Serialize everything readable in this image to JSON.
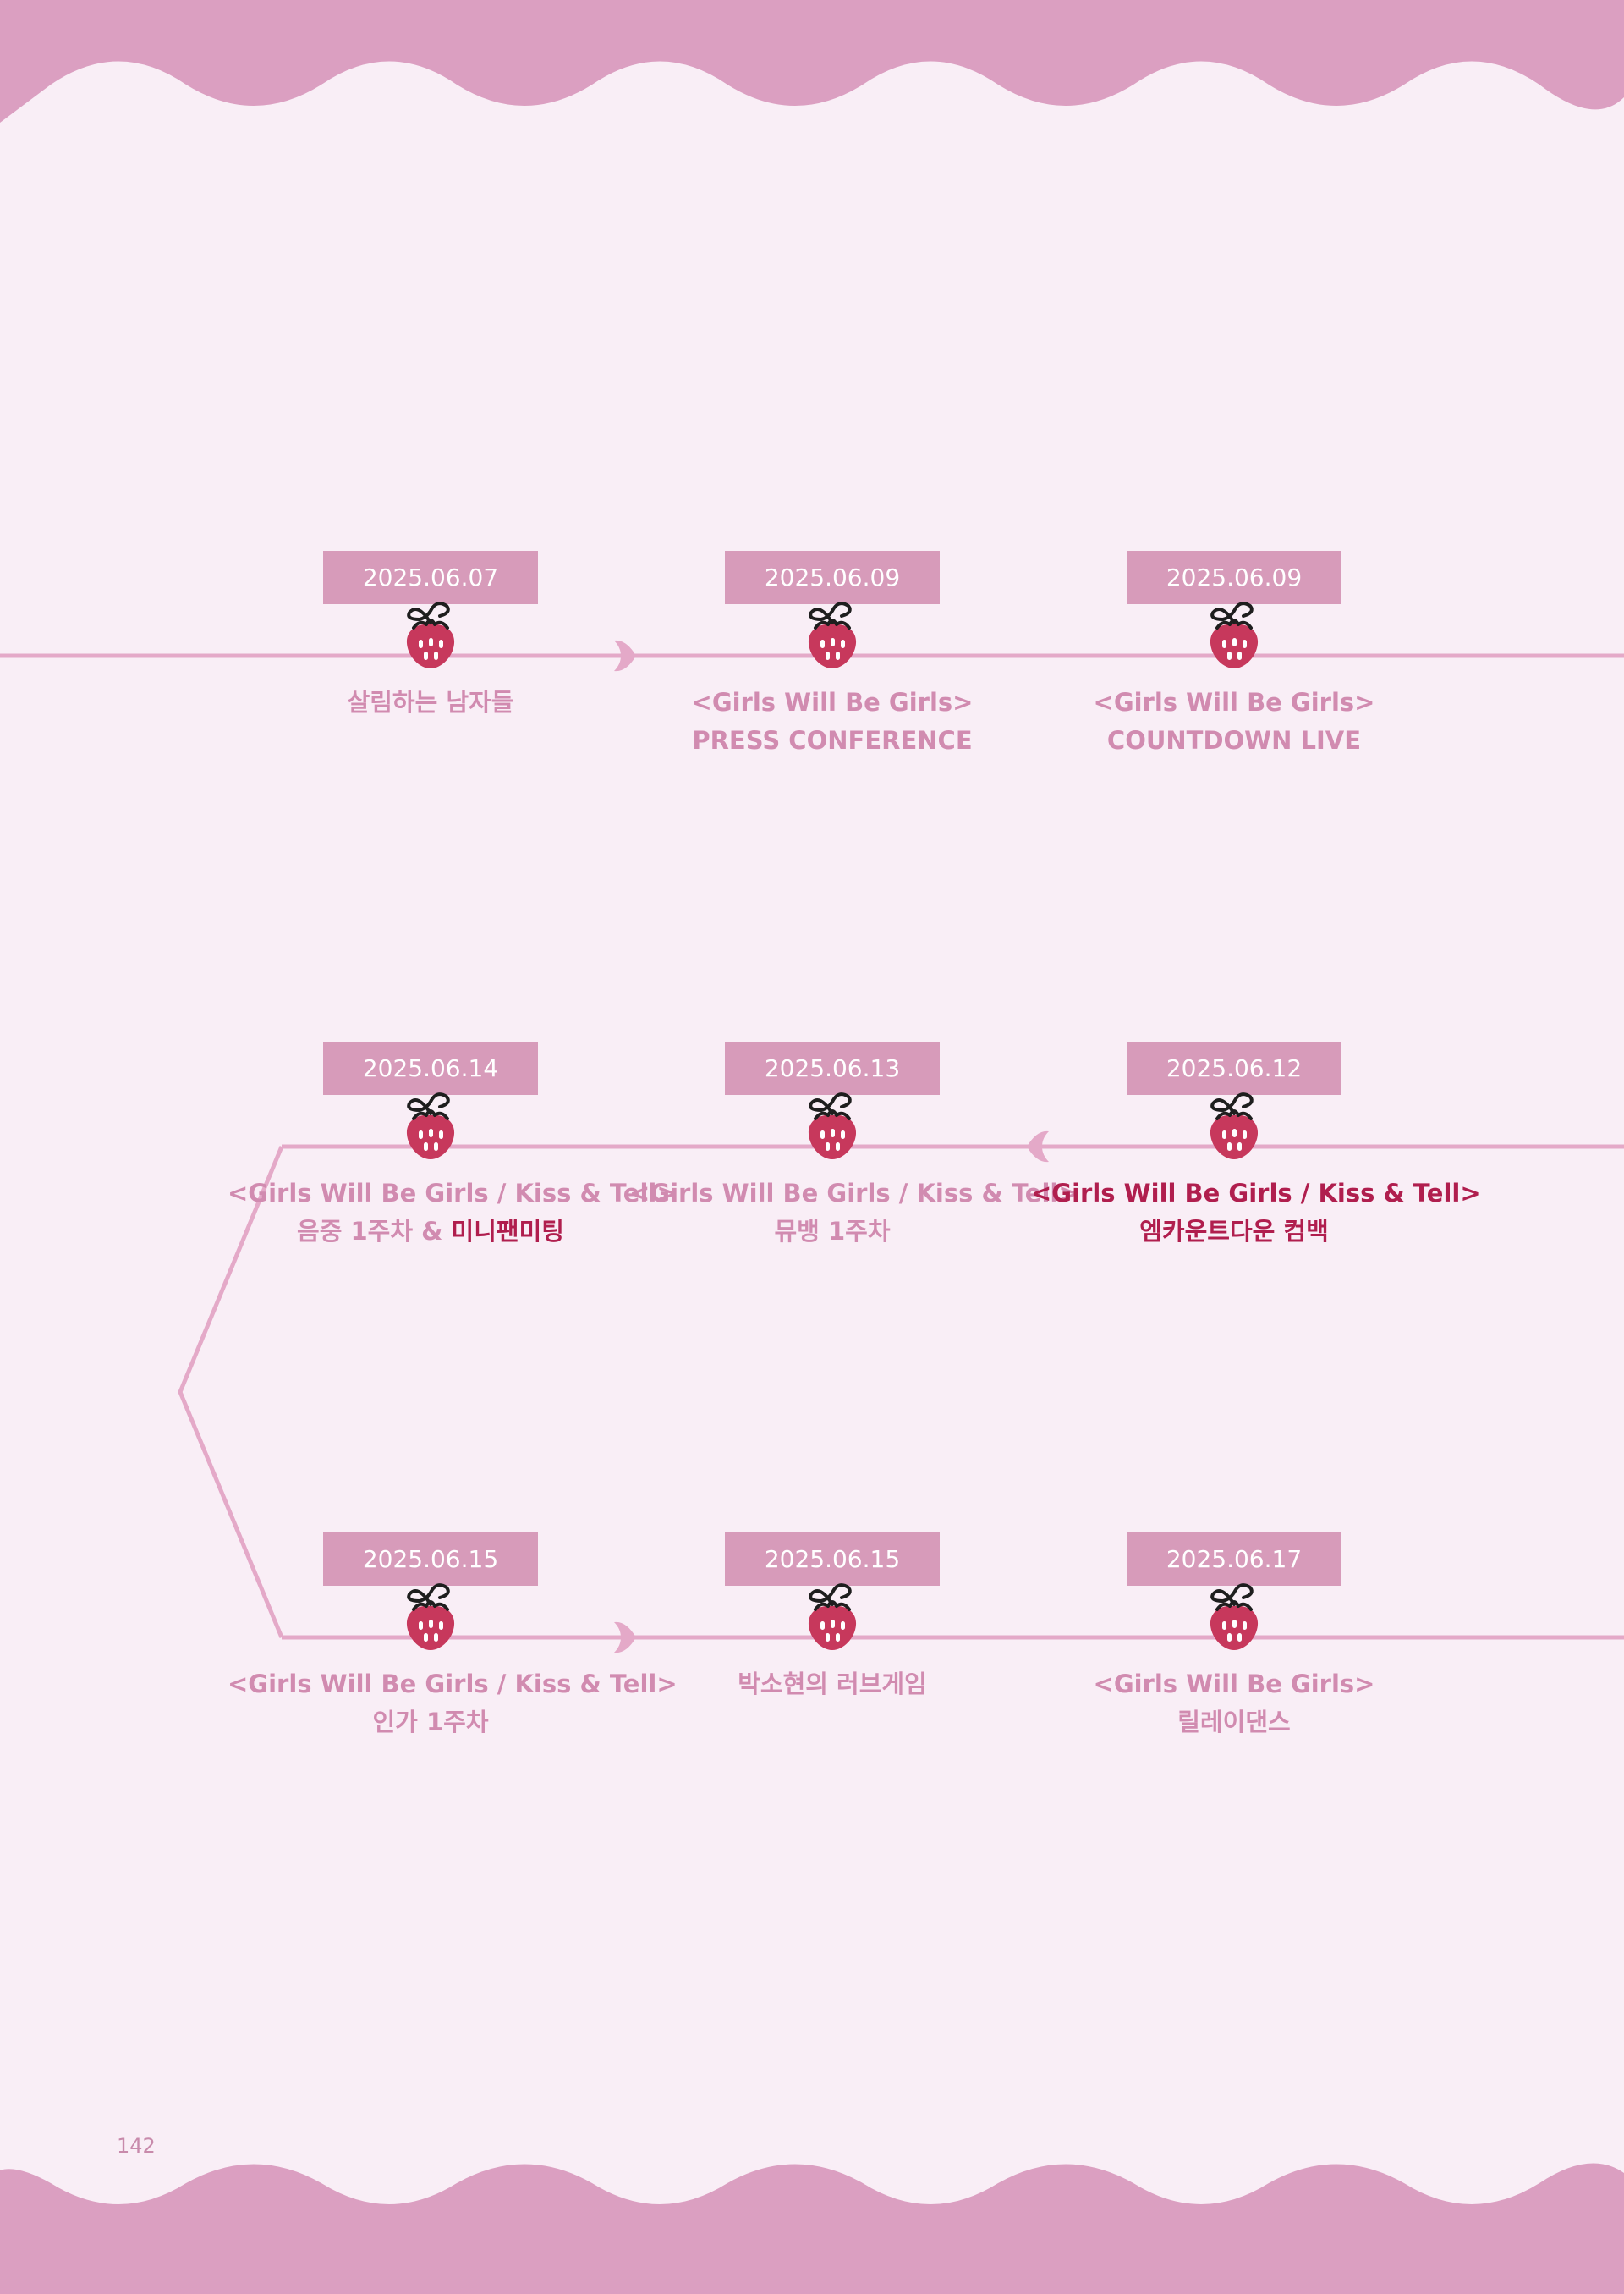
{
  "page": {
    "number": "142"
  },
  "colors": {
    "background": "#f9eef6",
    "wave": "#db9fc1",
    "line": "#e4a9c8",
    "date_box": "#d79bba",
    "label": "#d18bb0",
    "highlight": "#b01e4e",
    "strawberry": "#c7385c"
  },
  "timeline": {
    "row1": [
      {
        "date": "2025.06.07",
        "line1": "살림하는 남자들",
        "line2": ""
      },
      {
        "date": "2025.06.09",
        "line1": "<Girls Will Be Girls>",
        "line2": "PRESS CONFERENCE"
      },
      {
        "date": "2025.06.09",
        "line1": "<Girls Will Be Girls>",
        "line2": "COUNTDOWN LIVE"
      }
    ],
    "row2": [
      {
        "date": "2025.06.14",
        "line1": "<Girls Will Be Girls / Kiss & Tell>",
        "line2": "음중 1주차 & ",
        "line2_highlight": "미니팬미팅"
      },
      {
        "date": "2025.06.13",
        "line1": "<Girls Will Be Girls / Kiss & Tell>",
        "line2": "뮤뱅 1주차"
      },
      {
        "date": "2025.06.12",
        "line1": "<Girls Will Be Girls / Kiss & Tell>",
        "line2": "엠카운트다운 컴백",
        "highlighted": true
      }
    ],
    "row3": [
      {
        "date": "2025.06.15",
        "line1": "<Girls Will Be Girls / Kiss & Tell>",
        "line2": "인가 1주차"
      },
      {
        "date": "2025.06.15",
        "line1": "박소현의 러브게임",
        "line2": ""
      },
      {
        "date": "2025.06.17",
        "line1": "<Girls Will Be Girls>",
        "line2": "릴레이댄스"
      }
    ]
  }
}
